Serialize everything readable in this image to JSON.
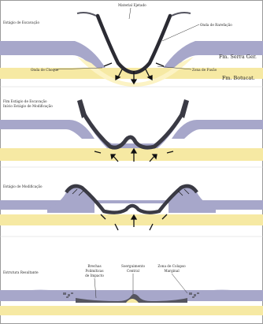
{
  "colors": {
    "yellow_layer": "#fcf3c4",
    "yellow_band": "#f6e9a3",
    "purple_layer": "#a7a7ca",
    "purple_dark": "#7f7fae",
    "melt": "#555560",
    "line": "#2b2b33",
    "frame": "#9a9a9a"
  },
  "labels": {
    "stage1": {
      "title": "Estágio de Escavação",
      "material": "Material Ejetado",
      "rarefaction": "Onda de Rarefação",
      "shock": "Onda de Choque",
      "fusion": "Zona de Fusão",
      "fm_serra": "Fm. Serra Ger.",
      "fm_botucatu": "Fm. Botucat."
    },
    "stage2": {
      "title_line1": "Fim Estágio de Escavação",
      "title_line2": "Início Estágio de Modificação"
    },
    "stage3": {
      "title": "Estágio de Modificação"
    },
    "stage4": {
      "title": "Estrutura Resultante",
      "breccia_line1": "Brechas",
      "breccia_line2": "Polimíticas",
      "breccia_line3": "de Impacto",
      "uplift_line1": "Soerguimento",
      "uplift_line2": "Central",
      "collapse_line1": "Zona de Colapso",
      "collapse_line2": "Marginal"
    }
  }
}
